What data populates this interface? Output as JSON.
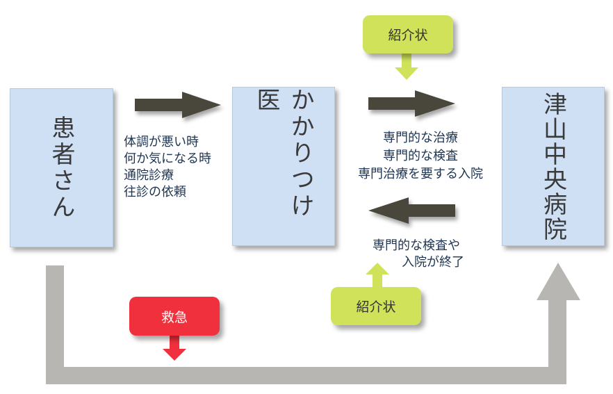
{
  "nodes": {
    "patient": "患者さん",
    "clinic": "かかりつけ医",
    "hospital": "津山中央病院"
  },
  "labels": {
    "patient_to_clinic": [
      "体調が悪い時",
      "何か気になる時",
      "通院診療",
      "往診の依頼"
    ],
    "clinic_to_hospital": [
      "専門的な治療",
      "専門的な検査",
      "専門治療を要する入院"
    ],
    "hospital_to_clinic": [
      "専門的な検査や",
      "入院が終了"
    ]
  },
  "tags": {
    "referral_top": "紹介状",
    "referral_bottom": "紹介状",
    "emergency": "救急"
  },
  "colors": {
    "box": "#cfe0f5",
    "arrow": "#4a463a",
    "green": "#cfe25a",
    "red": "#f0303c",
    "gray_path": "#b8b6b2"
  }
}
